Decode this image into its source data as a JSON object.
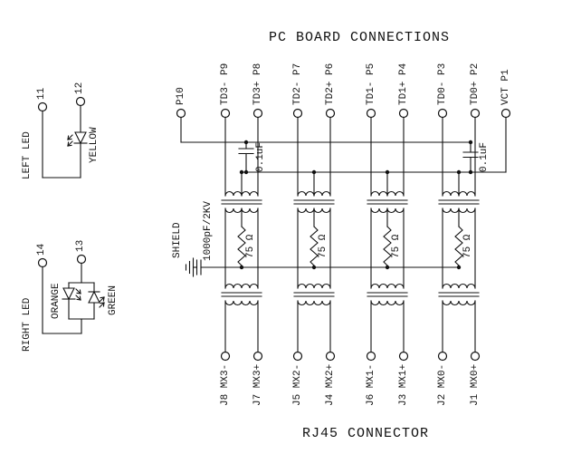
{
  "title": "PC BOARD CONNECTIONS",
  "footer": "RJ45 CONNECTOR",
  "led_panel": {
    "left_led_label": "LEFT LED",
    "right_led_label": "RIGHT LED",
    "pin11": "11",
    "pin12": "12",
    "pin13": "13",
    "pin14": "14",
    "yellow": "YELLOW",
    "orange": "ORANGE",
    "green": "GREEN"
  },
  "top_pins": [
    {
      "label": "P10"
    },
    {
      "label": "TD3- P9"
    },
    {
      "label": "TD3+ P8"
    },
    {
      "label": "TD2- P7"
    },
    {
      "label": "TD2+ P6"
    },
    {
      "label": "TD1- P5"
    },
    {
      "label": "TD1+ P4"
    },
    {
      "label": "TD0- P3"
    },
    {
      "label": "TD0+ P2"
    },
    {
      "label": "VCT P1"
    }
  ],
  "bottom_pins": [
    {
      "label": "J8 MX3-"
    },
    {
      "label": "J7 MX3+"
    },
    {
      "label": "J5 MX2-"
    },
    {
      "label": "J4 MX2+"
    },
    {
      "label": "J6 MX1-"
    },
    {
      "label": "J3 MX1+"
    },
    {
      "label": "J2 MX0-"
    },
    {
      "label": "J1 MX0+"
    }
  ],
  "components": {
    "cap_top_left": "0.1uF",
    "cap_top_right": "0.1uF",
    "hv_cap": "1000pF/2KV",
    "shield": "SHIELD",
    "r1": "75 Ω",
    "r2": "75 Ω",
    "r3": "75 Ω",
    "r4": "75 Ω"
  }
}
